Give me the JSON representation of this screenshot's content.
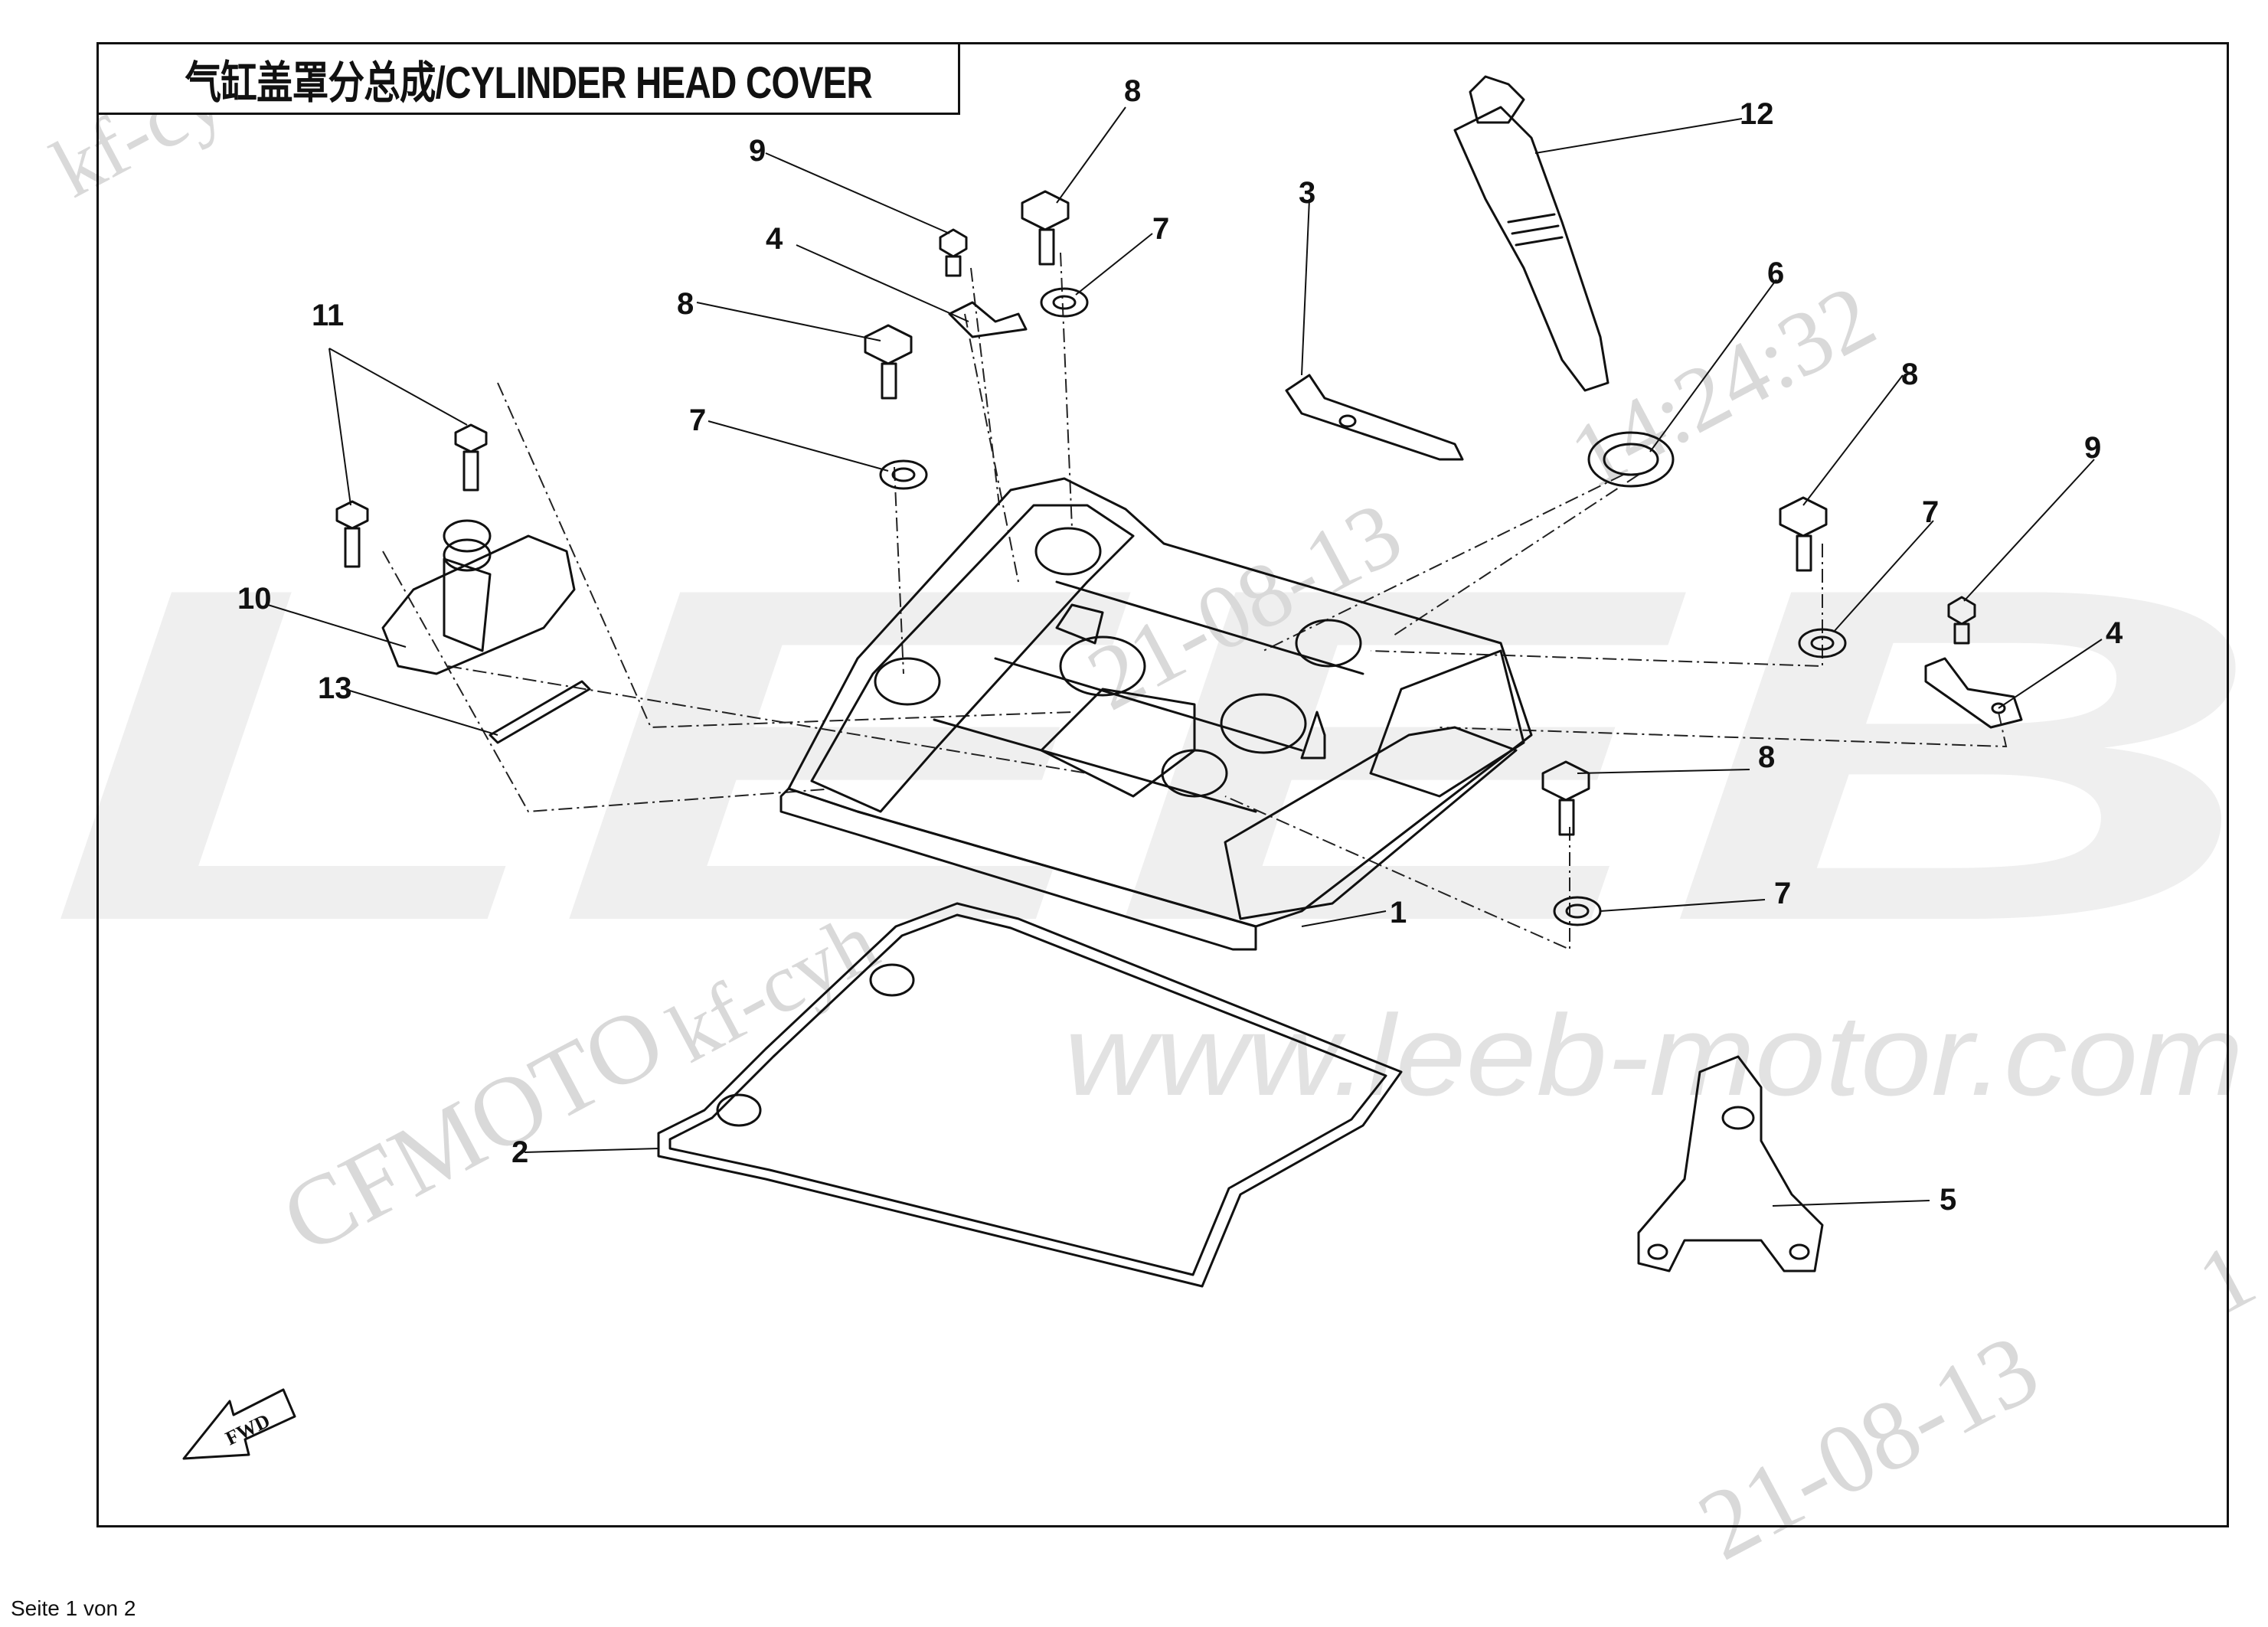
{
  "title": "气缸盖罩分总成/CYLINDER HEAD COVER",
  "footer": "Seite 1 von 2",
  "forward_label": "FWD",
  "watermarks": {
    "brand": "LEEB",
    "website": "www.leeb-motor.com",
    "maker": "CFMOTO",
    "user_1": "kf-cyh",
    "user_2": "kf-cyh",
    "timestamp": "14:24:32",
    "date_1": "21-08-13",
    "date_2": "21-08-13",
    "edge_digit": "1"
  },
  "callouts": [
    {
      "id": "c1",
      "label": "1"
    },
    {
      "id": "c2",
      "label": "2"
    },
    {
      "id": "c3",
      "label": "3"
    },
    {
      "id": "c4a",
      "label": "4"
    },
    {
      "id": "c4b",
      "label": "4"
    },
    {
      "id": "c5",
      "label": "5"
    },
    {
      "id": "c6",
      "label": "6"
    },
    {
      "id": "c7a",
      "label": "7"
    },
    {
      "id": "c7b",
      "label": "7"
    },
    {
      "id": "c7c",
      "label": "7"
    },
    {
      "id": "c7d",
      "label": "7"
    },
    {
      "id": "c8a",
      "label": "8"
    },
    {
      "id": "c8b",
      "label": "8"
    },
    {
      "id": "c8c",
      "label": "8"
    },
    {
      "id": "c8d",
      "label": "8"
    },
    {
      "id": "c9a",
      "label": "9"
    },
    {
      "id": "c9b",
      "label": "9"
    },
    {
      "id": "c10",
      "label": "10"
    },
    {
      "id": "c11",
      "label": "11"
    },
    {
      "id": "c12",
      "label": "12"
    },
    {
      "id": "c13",
      "label": "13"
    }
  ]
}
